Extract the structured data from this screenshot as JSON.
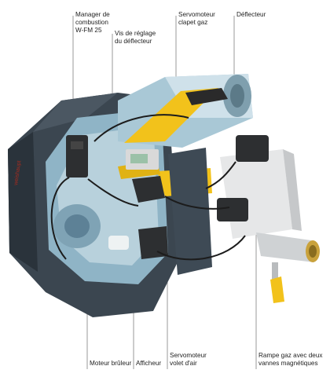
{
  "labels": {
    "manager": "Manager de\ncombustion\nW-FM 25",
    "vis_reglage": "Vis de réglage\ndu déflecteur",
    "servomoteur_gaz": "Servomoteur\nclapet gaz",
    "deflecteur": "Déflecteur",
    "moteur": "Moteur brûleur",
    "afficheur": "Afficheur",
    "servomoteur_air": "Servomoteur\nvolet d'air",
    "rampe": "Rampe gaz avec deux\nvannes magnétiques"
  },
  "brand_mark": "weishaupt",
  "colors": {
    "housing": "#3b4650",
    "housing_dark": "#2a333b",
    "interior": "#8fb4c6",
    "interior_light": "#c9dde6",
    "tube": "#a9c8d6",
    "yellow": "#f2c21b",
    "red": "#a62b1f",
    "valve": "#e6e7e8",
    "actuator": "#2d2f31"
  }
}
